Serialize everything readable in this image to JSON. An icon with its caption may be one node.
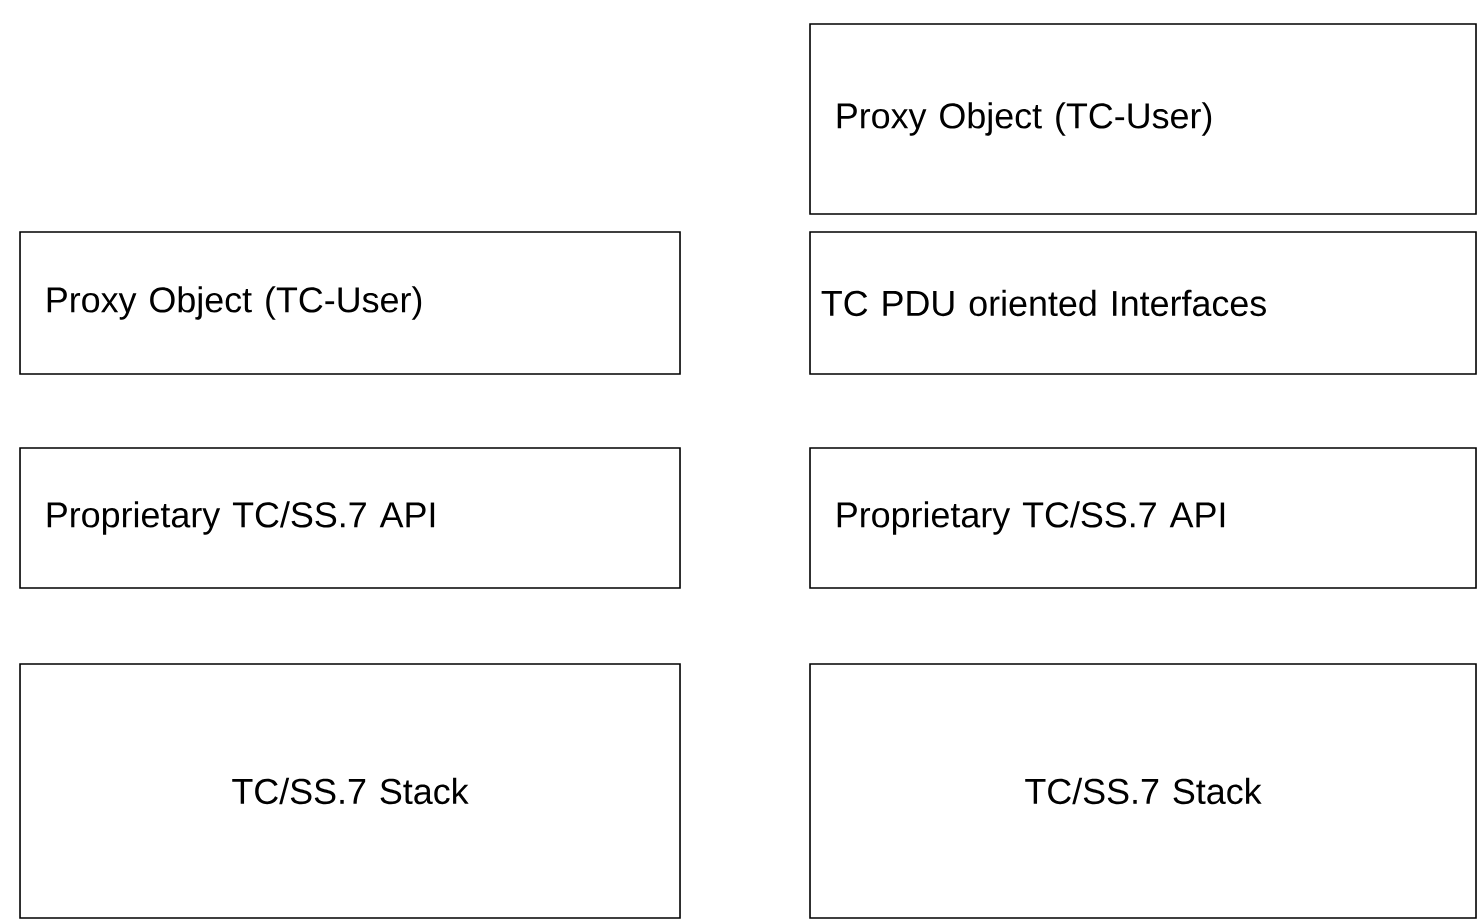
{
  "diagram": {
    "nodes": [
      {
        "text": [
          "Proxy Object (TC-User)"
        ]
      },
      {
        "text": [
          "Proxy Object (TC-User)"
        ]
      },
      {
        "text": [
          "TC PDU oriented Interfaces"
        ]
      },
      {
        "text": [
          "Proprietary TC/SS.7 API"
        ]
      },
      {
        "text": [
          "Proprietary TC/SS.7 API"
        ]
      },
      {
        "text": [
          "TC/SS.7 Stack"
        ]
      },
      {
        "text": [
          "TC/SS.7 Stack"
        ]
      }
    ]
  }
}
